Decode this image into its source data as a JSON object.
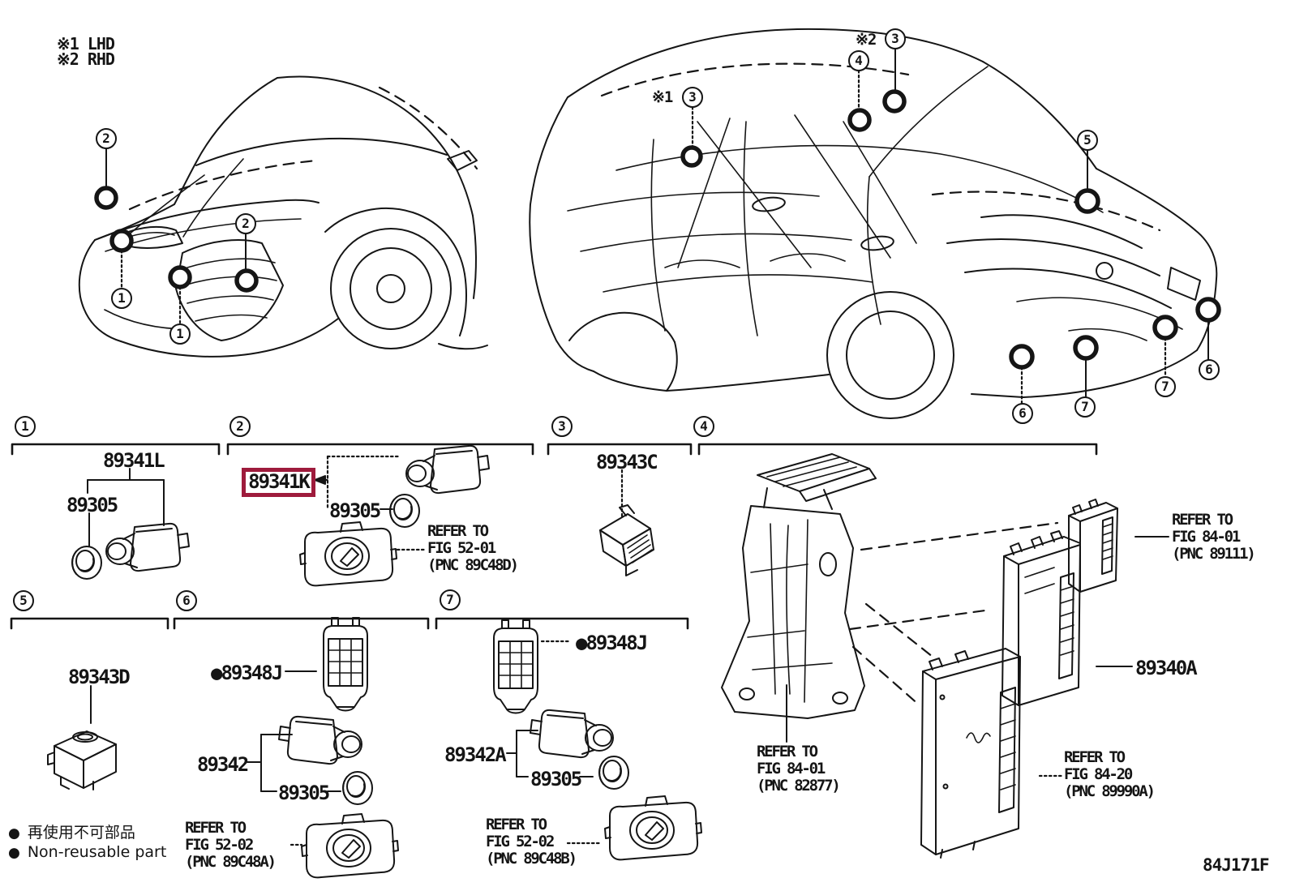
{
  "page": {
    "background": "#ffffff",
    "line_color": "#151515",
    "highlight_color": "#9e1b3c"
  },
  "notes": {
    "note1": "※1 LHD",
    "note2": "※2 RHD",
    "star1": "※1",
    "star2": "※2"
  },
  "sections": {
    "s1": {
      "num": "1",
      "part_main": "89341L",
      "part_retainer": "89305"
    },
    "s2": {
      "num": "2",
      "part_main": "89341K",
      "part_retainer": "89305",
      "ref": [
        "REFER TO",
        "FIG 52-01",
        "(PNC 89C48D)"
      ]
    },
    "s3": {
      "num": "3",
      "part_main": "89343C"
    },
    "s4": {
      "num": "4",
      "part_main": "89340A",
      "ref_bracket": [
        "REFER TO",
        "FIG 84-01",
        "(PNC 82877)"
      ],
      "ref_ecu": [
        "REFER TO",
        "FIG 84-01",
        "(PNC 89111)"
      ],
      "ref_ecu2": [
        "REFER TO",
        "FIG 84-20",
        "(PNC 89990A)"
      ]
    },
    "s5": {
      "num": "5",
      "part_main": "89343D"
    },
    "s6": {
      "num": "6",
      "part_clip": "89348J",
      "part_main": "89342",
      "part_retainer": "89305",
      "ref": [
        "REFER TO",
        "FIG 52-02",
        "(PNC 89C48A)"
      ]
    },
    "s7": {
      "num": "7",
      "part_clip": "89348J",
      "part_main": "89342A",
      "part_retainer": "89305",
      "ref": [
        "REFER TO",
        "FIG 52-02",
        "(PNC 89C48B)"
      ]
    }
  },
  "legend": {
    "bullet": "●",
    "jp": "再使用不可部品",
    "en": "Non-reusable part"
  },
  "figure_code": "84J171F"
}
